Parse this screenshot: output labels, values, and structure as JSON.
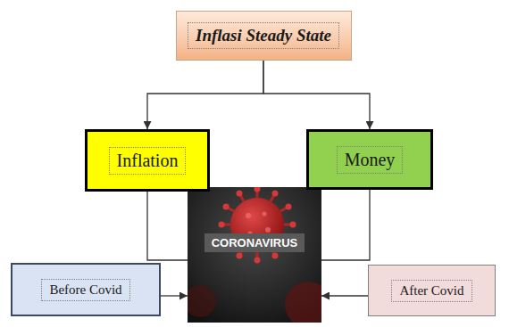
{
  "diagram": {
    "nodes": [
      {
        "text": [
          "Inflasi Steady State"
        ]
      },
      {
        "text": [
          "Inflation"
        ]
      },
      {
        "text": [
          "Money"
        ]
      },
      {
        "text": [
          "CORONAVIRUS"
        ]
      },
      {
        "text": [
          "Before Covid"
        ]
      },
      {
        "text": [
          "After Covid"
        ]
      }
    ],
    "edges": [
      {
        "from": 0,
        "to": 1,
        "arrow": "to"
      },
      {
        "from": 0,
        "to": 2,
        "arrow": "to"
      },
      {
        "from": 1,
        "to": 3,
        "arrow": "none"
      },
      {
        "from": 2,
        "to": 3,
        "arrow": "none"
      },
      {
        "from": 4,
        "to": 3,
        "arrow": "to"
      },
      {
        "from": 5,
        "to": 3,
        "arrow": "to"
      }
    ]
  }
}
